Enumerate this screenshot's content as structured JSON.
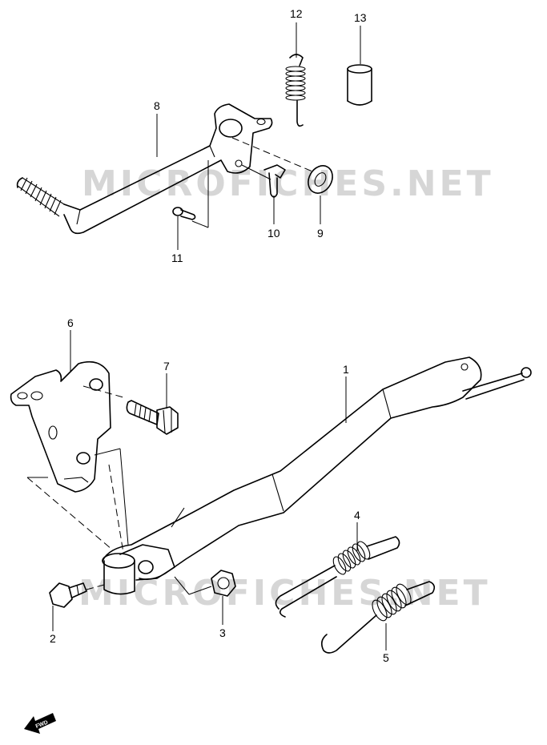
{
  "watermarks": [
    "MICROFICHES.NET",
    "MICROFICHES.NET"
  ],
  "fwd_label": "FWD",
  "callouts": [
    {
      "id": "1",
      "text": "1"
    },
    {
      "id": "2",
      "text": "2"
    },
    {
      "id": "3",
      "text": "3"
    },
    {
      "id": "4",
      "text": "4"
    },
    {
      "id": "5",
      "text": "5"
    },
    {
      "id": "6",
      "text": "6"
    },
    {
      "id": "7",
      "text": "7"
    },
    {
      "id": "8",
      "text": "8"
    },
    {
      "id": "9",
      "text": "9"
    },
    {
      "id": "10",
      "text": "10"
    },
    {
      "id": "11",
      "text": "11"
    },
    {
      "id": "12",
      "text": "12"
    },
    {
      "id": "13",
      "text": "13"
    }
  ]
}
